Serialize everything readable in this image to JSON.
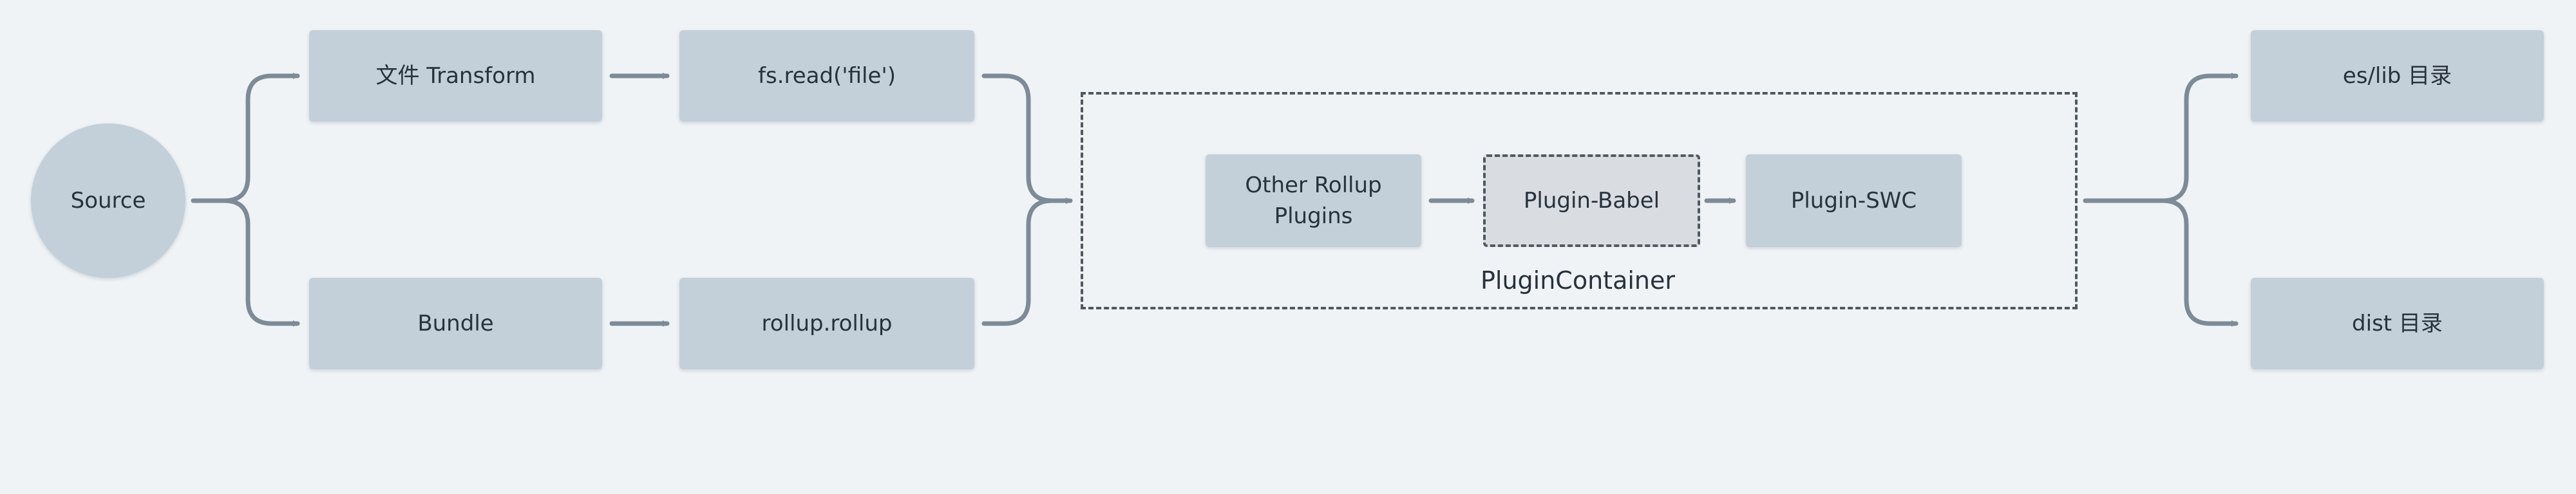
{
  "nodes": {
    "source": "Source",
    "file_transform": "文件 Transform",
    "bundle": "Bundle",
    "fs_read": "fs.read('file')",
    "rollup_rollup": "rollup.rollup",
    "other_rollup_plugins": [
      "Other Rollup",
      "Plugins"
    ],
    "plugin_babel": "Plugin-Babel",
    "plugin_swc": "Plugin-SWC",
    "es_lib": "es/lib 目录",
    "dist": "dist 目录"
  },
  "container": {
    "label": "PluginContainer"
  },
  "colors": {
    "background": "#f0f3f6",
    "node_fill": "#c3cfd9",
    "highlight_fill": "#d9dde1",
    "edge": "#7c8b97",
    "dash_border": "#4f5962",
    "text": "#27323d"
  }
}
